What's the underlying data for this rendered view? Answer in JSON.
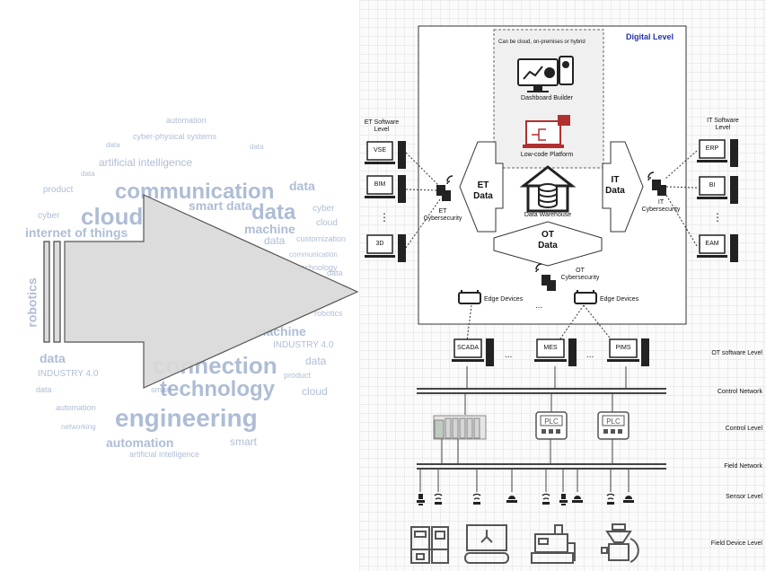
{
  "word_cloud": {
    "words": [
      {
        "text": "automation",
        "size": 9
      },
      {
        "text": "cyber-physical systems",
        "size": 9
      },
      {
        "text": "data",
        "size": 8
      },
      {
        "text": "data",
        "size": 8
      },
      {
        "text": "artificial intelligence",
        "size": 12
      },
      {
        "text": "data",
        "size": 8
      },
      {
        "text": "product",
        "size": 10
      },
      {
        "text": "communication",
        "size": 24
      },
      {
        "text": "data",
        "size": 14
      },
      {
        "text": "cyber",
        "size": 10
      },
      {
        "text": "cloud",
        "size": 26
      },
      {
        "text": "smart data",
        "size": 14
      },
      {
        "text": "data",
        "size": 24
      },
      {
        "text": "cyber",
        "size": 10
      },
      {
        "text": "internet of things",
        "size": 14
      },
      {
        "text": "machine",
        "size": 14
      },
      {
        "text": "cloud",
        "size": 10
      },
      {
        "text": "data",
        "size": 12
      },
      {
        "text": "customization",
        "size": 9
      },
      {
        "text": "communication",
        "size": 8
      },
      {
        "text": "technology",
        "size": 9
      },
      {
        "text": "data",
        "size": 9
      },
      {
        "text": "robotics",
        "size": 14
      },
      {
        "text": "robotics",
        "size": 9
      },
      {
        "text": "machine",
        "size": 14
      },
      {
        "text": "INDUSTRY 4.0",
        "size": 10
      },
      {
        "text": "data",
        "size": 14
      },
      {
        "text": "connection",
        "size": 26
      },
      {
        "text": "data",
        "size": 12
      },
      {
        "text": "INDUSTRY 4.0",
        "size": 10
      },
      {
        "text": "product",
        "size": 9
      },
      {
        "text": "data",
        "size": 9
      },
      {
        "text": "smart",
        "size": 9
      },
      {
        "text": "technology",
        "size": 24
      },
      {
        "text": "cloud",
        "size": 12
      },
      {
        "text": "automation",
        "size": 9
      },
      {
        "text": "engineering",
        "size": 28
      },
      {
        "text": "networking",
        "size": 8
      },
      {
        "text": "automation",
        "size": 14
      },
      {
        "text": "smart",
        "size": 12
      },
      {
        "text": "artificial intelligence",
        "size": 9
      }
    ]
  },
  "diagram": {
    "digital_level": "Digital Level",
    "cloud_note": "Can be cloud, on-premises or hybrid",
    "dashboard_builder": "Dashboard Builder",
    "low_code": "Low-code Platform",
    "data_warehouse": "Data Warehouse",
    "et_data": "ET Data",
    "it_data": "IT Data",
    "ot_data": "OT Data",
    "et_software_level": "ET Software Level",
    "it_software_level": "IT Software Level",
    "et_software": [
      "VSE",
      "BIM",
      "3D"
    ],
    "it_software": [
      "ERP",
      "BI",
      "EAM"
    ],
    "et_cyber": "ET Cybersecurity",
    "it_cyber": "IT Cybersecurity",
    "ot_cyber": "OT Cybersecurity",
    "edge_devices": "Edge Devices",
    "edge_devices_2": "Edge Devices",
    "ellipsis": "...",
    "ot_software": [
      "SCADA",
      "MES",
      "PIMS"
    ],
    "plc": "PLC",
    "levels": {
      "ot_software_level": "OT software Level",
      "control_network": "Control Network",
      "control_level": "Control Level",
      "field_network": "Field Network",
      "sensor_level": "Sensor Level",
      "field_device_level": "Field Device Level"
    }
  },
  "colors": {
    "accent_blue": "#2233aa",
    "low_code_red": "#b03030",
    "cloud_text": "#6d88b3",
    "arrow_fill": "#d9d9d9"
  }
}
